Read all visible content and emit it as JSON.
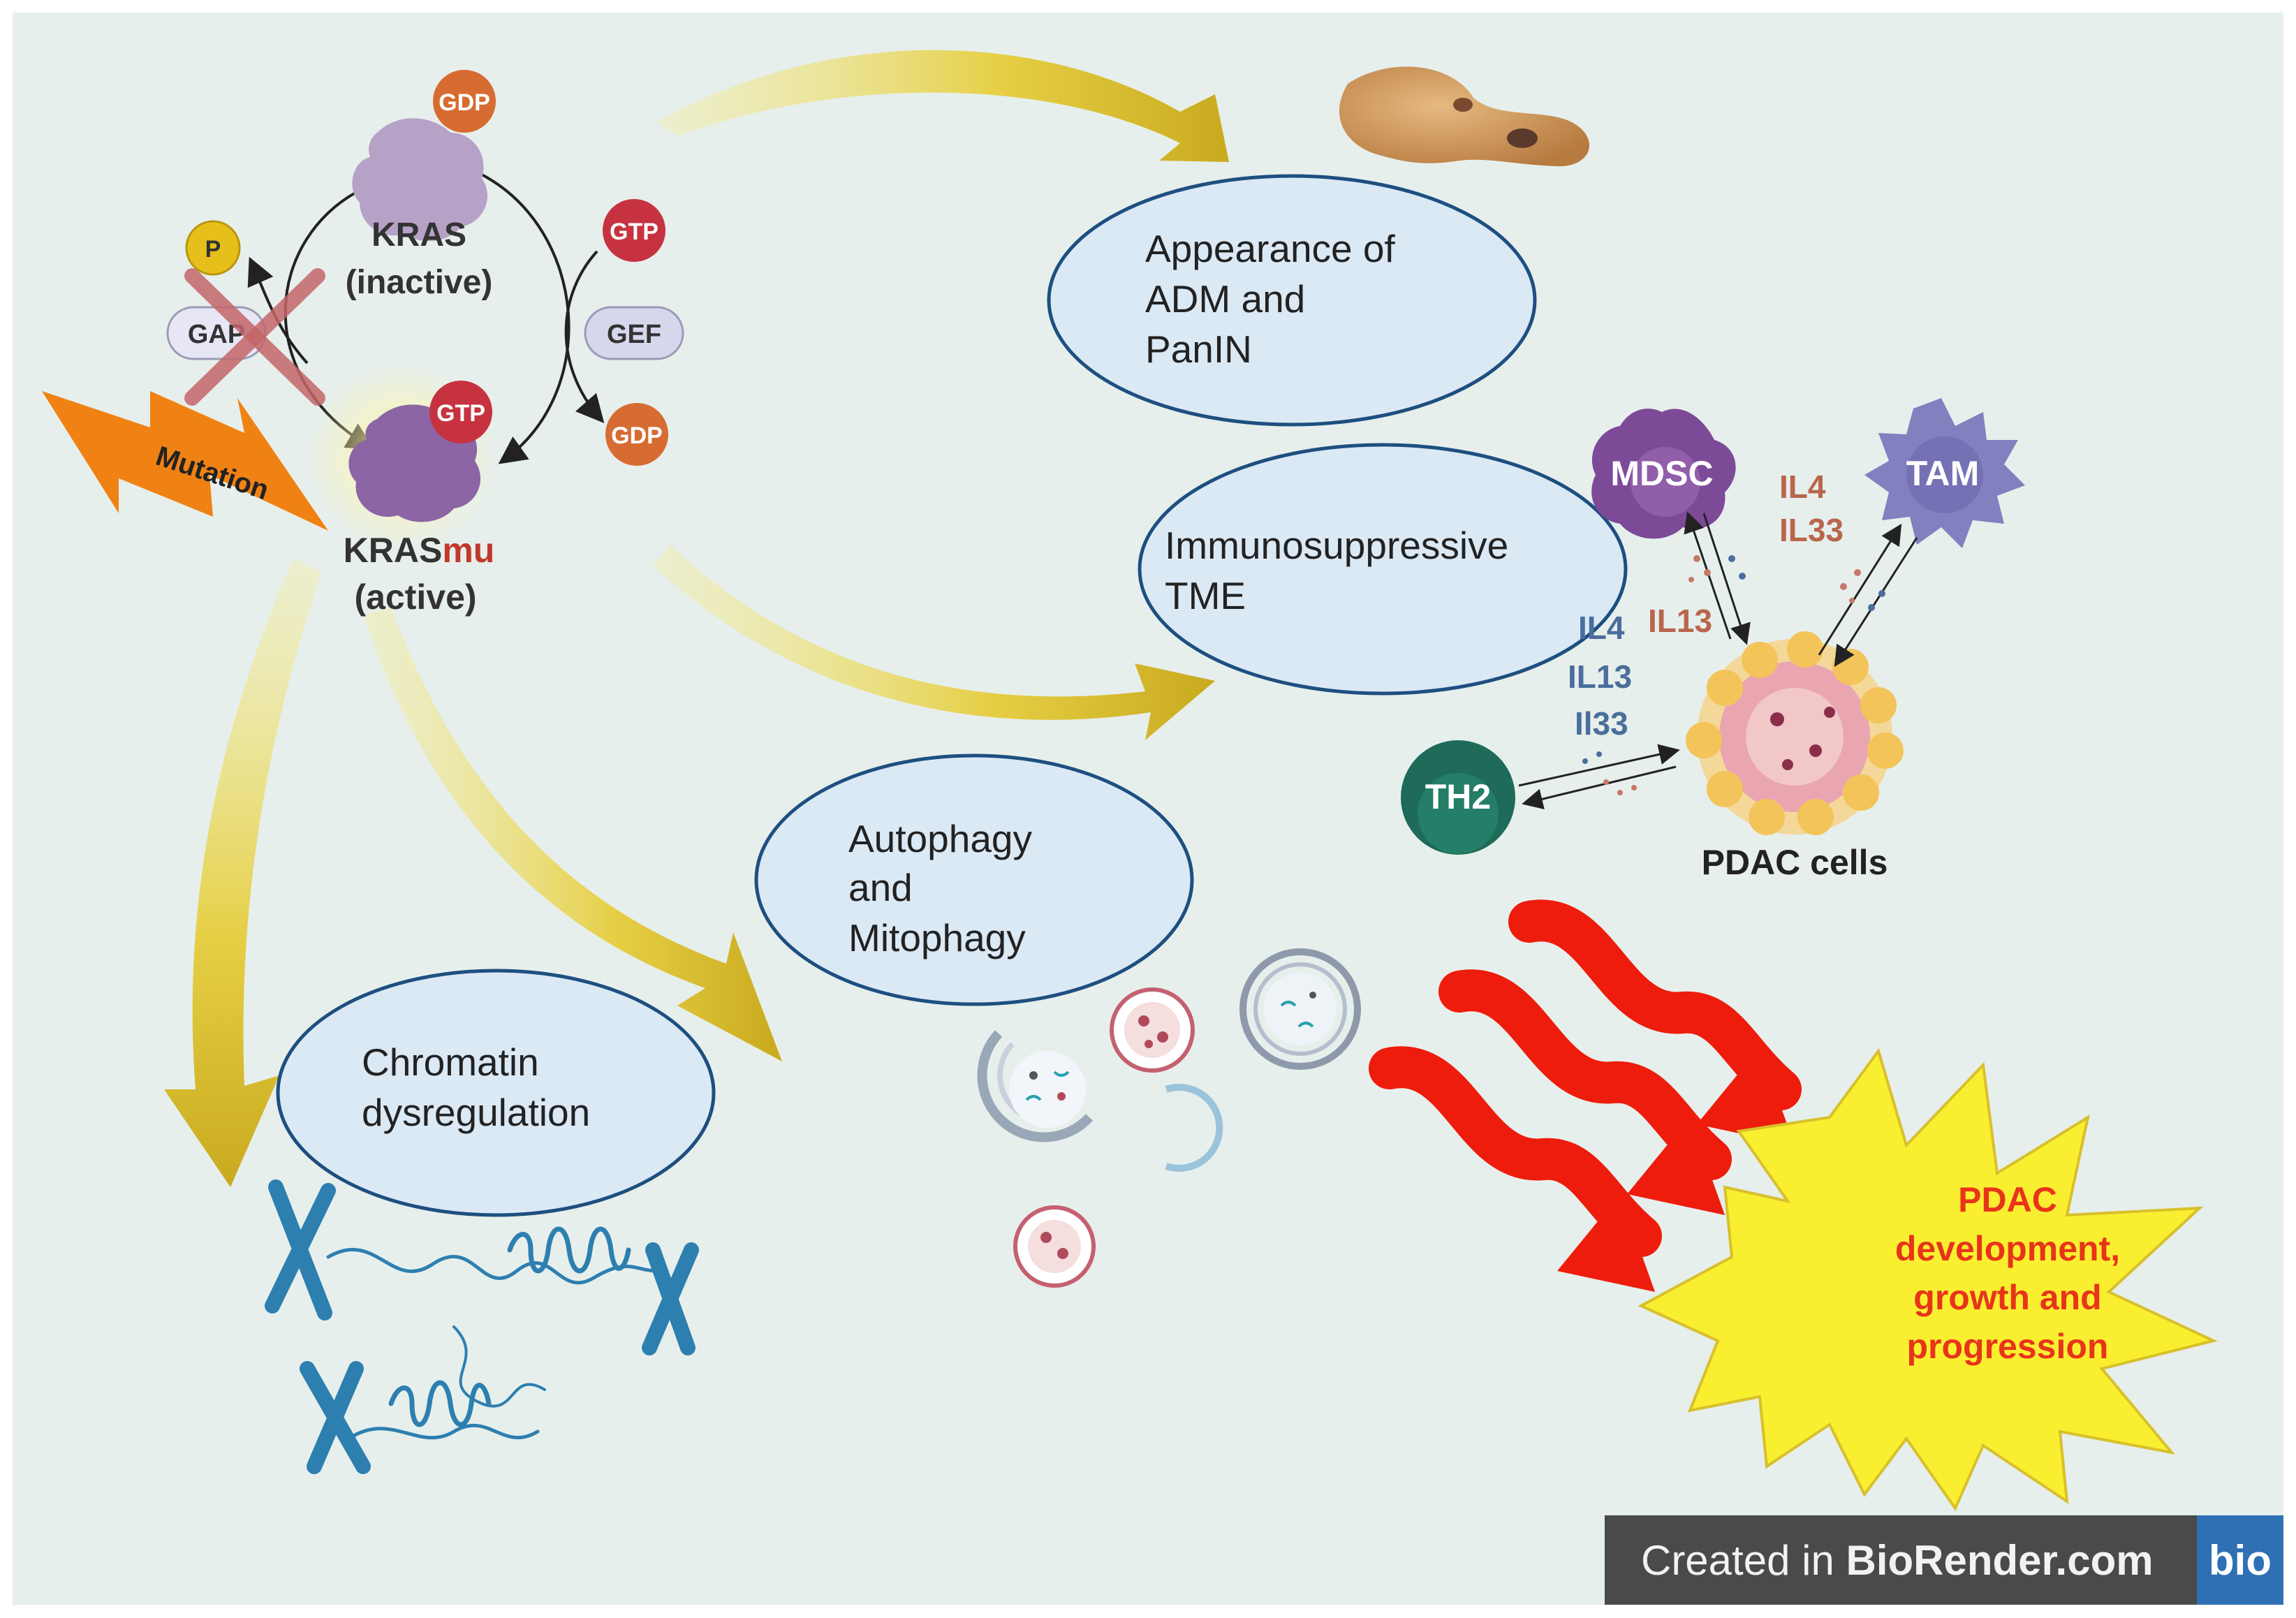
{
  "kras_cycle": {
    "gdp_top": "GDP",
    "kras_inactive_line1": "KRAS",
    "kras_inactive_line2": "(inactive)",
    "gtp_right": "GTP",
    "gef": "GEF",
    "gdp_right": "GDP",
    "p": "P",
    "gap": "GAP",
    "gtp_active": "GTP",
    "mutation": "Mutation",
    "kras_mu_prefix": "KRAS",
    "kras_mu_suffix": "mu",
    "kras_active": "(active)"
  },
  "outcomes": {
    "adm_line1": "Appearance of",
    "adm_line2": "ADM and",
    "adm_line3": "PanIN",
    "tme_line1": "Immunosuppressive",
    "tme_line2": "TME",
    "autophagy_line1": "Autophagy",
    "autophagy_line2": "and",
    "autophagy_line3": "Mitophagy",
    "chromatin_line1": "Chromatin",
    "chromatin_line2": "dysregulation"
  },
  "immune": {
    "mdsc": "MDSC",
    "tam": "TAM",
    "th2": "TH2",
    "pdac_cells": "PDAC cells",
    "tam_il4": "IL4",
    "tam_il33": "IL33",
    "mdsc_il13": "IL13",
    "th2_il4": "IL4",
    "th2_il13": "IL13",
    "th2_il33": "Il33"
  },
  "result": {
    "line1": "PDAC",
    "line2": "development,",
    "line3": "growth and",
    "line4": "progression"
  },
  "watermark": {
    "prefix": "Created in ",
    "brand": "BioRender.com",
    "logo": "bio"
  },
  "colors": {
    "background": "#e7efec",
    "ellipse_fill": "#dbe9f5",
    "ellipse_stroke": "#1d4f80",
    "yellow_arrow": "#d8c02c",
    "red_arrow": "#ee1c0c",
    "burst_fill": "#f9ef30",
    "burst_text": "#e8341a",
    "kras_purple": "#a78ab5",
    "mdsc_purple": "#804a9a",
    "tam_purple": "#8280bf",
    "th2_green": "#1d6b58",
    "gdp_orange": "#d66c32",
    "gtp_red": "#c73240",
    "il_red": "#b8664c",
    "il_blue": "#4a6e9c",
    "watermark_bg": "#4a4a4a",
    "watermark_logo": "#2f6fb4"
  }
}
